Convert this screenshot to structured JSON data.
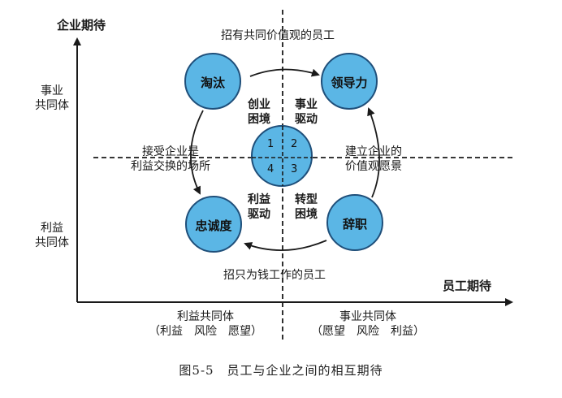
{
  "axes": {
    "y_title": "企业期待",
    "x_title": "员工期待",
    "y_top_line1": "事业",
    "y_top_line2": "共同体",
    "y_bottom_line1": "利益",
    "y_bottom_line2": "共同体",
    "x_left_line1": "利益共同体",
    "x_left_line2": "（利益　风险　愿望）",
    "x_right_line1": "事业共同体",
    "x_right_line2": "（愿望　风险　利益）"
  },
  "nodes": {
    "top_left": "淘汰",
    "top_right": "领导力",
    "bottom_left": "忠诚度",
    "bottom_right": "辞职"
  },
  "center_numbers": [
    "1",
    "2",
    "3",
    "4"
  ],
  "quadrant_labels": {
    "q1_line1": "创业",
    "q1_line2": "困境",
    "q2_line1": "事业",
    "q2_line2": "驱动",
    "q3_line1": "转型",
    "q3_line2": "困境",
    "q4_line1": "利益",
    "q4_line2": "驱动"
  },
  "edges": {
    "top": "招有共同价值观的员工",
    "bottom": "招只为钱工作的员工",
    "left_line1": "接受企业是",
    "left_line2": "利益交换的场所",
    "right_line1": "建立企业的",
    "right_line2": "价值观愿景"
  },
  "caption": "图5-5　员工与企业之间的相互期待",
  "colors": {
    "circle_fill": "#5bb6e5",
    "circle_stroke": "#1f4f7a",
    "line": "#1a1a1a"
  }
}
